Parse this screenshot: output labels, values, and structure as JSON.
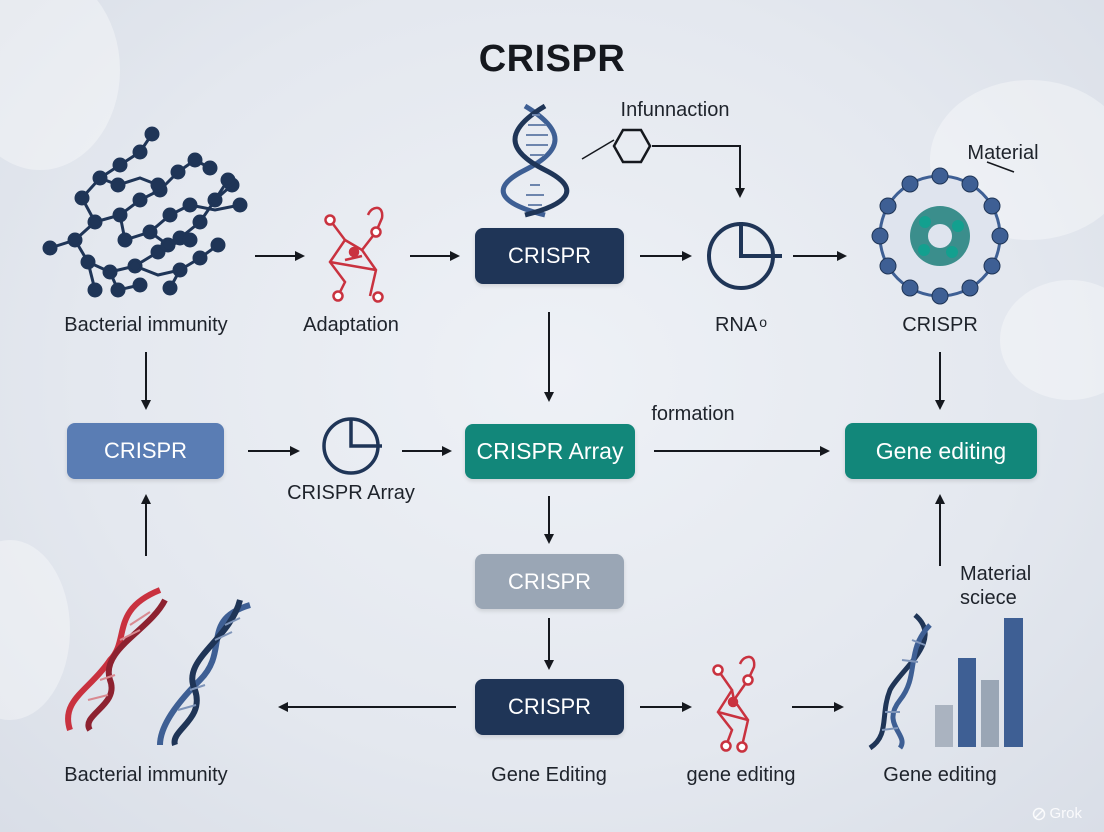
{
  "title": "CRISPR",
  "labels": {
    "bacterial_immunity_top": "Bacterial immunity",
    "adaptation": "Adaptation",
    "infunnaction": "Infunnaction",
    "rna": "RNA",
    "material_top": "Material",
    "crispr_right": "CRISPR",
    "crispr_array_small": "CRISPR Array",
    "formation": "formation",
    "material_science_line1": "Material",
    "material_science_line2": "sciece",
    "bacterial_immunity_bottom": "Bacterial immunity",
    "gene_editing_caps": "Gene Editing",
    "gene_editing_lower": "gene editing",
    "gene_editing_right": "Gene editing"
  },
  "boxes": {
    "crispr_top": "CRISPR",
    "crispr_left": "CRISPR",
    "crispr_array": "CRISPR Array",
    "gene_editing": "Gene editing",
    "crispr_gray": "CRISPR",
    "crispr_bottom": "CRISPR"
  },
  "watermark": "Grok",
  "colors": {
    "navy": "#1f3557",
    "blue": "#5a7db4",
    "teal": "#12877a",
    "gray": "#9aa6b5",
    "red": "#c9323f"
  },
  "icons": [
    "molecule-network-icon",
    "dna-helix-icon",
    "hexagon-icon",
    "clock-icon",
    "cell-ring-icon",
    "bar-chart-icon",
    "red-molecule-icon"
  ]
}
